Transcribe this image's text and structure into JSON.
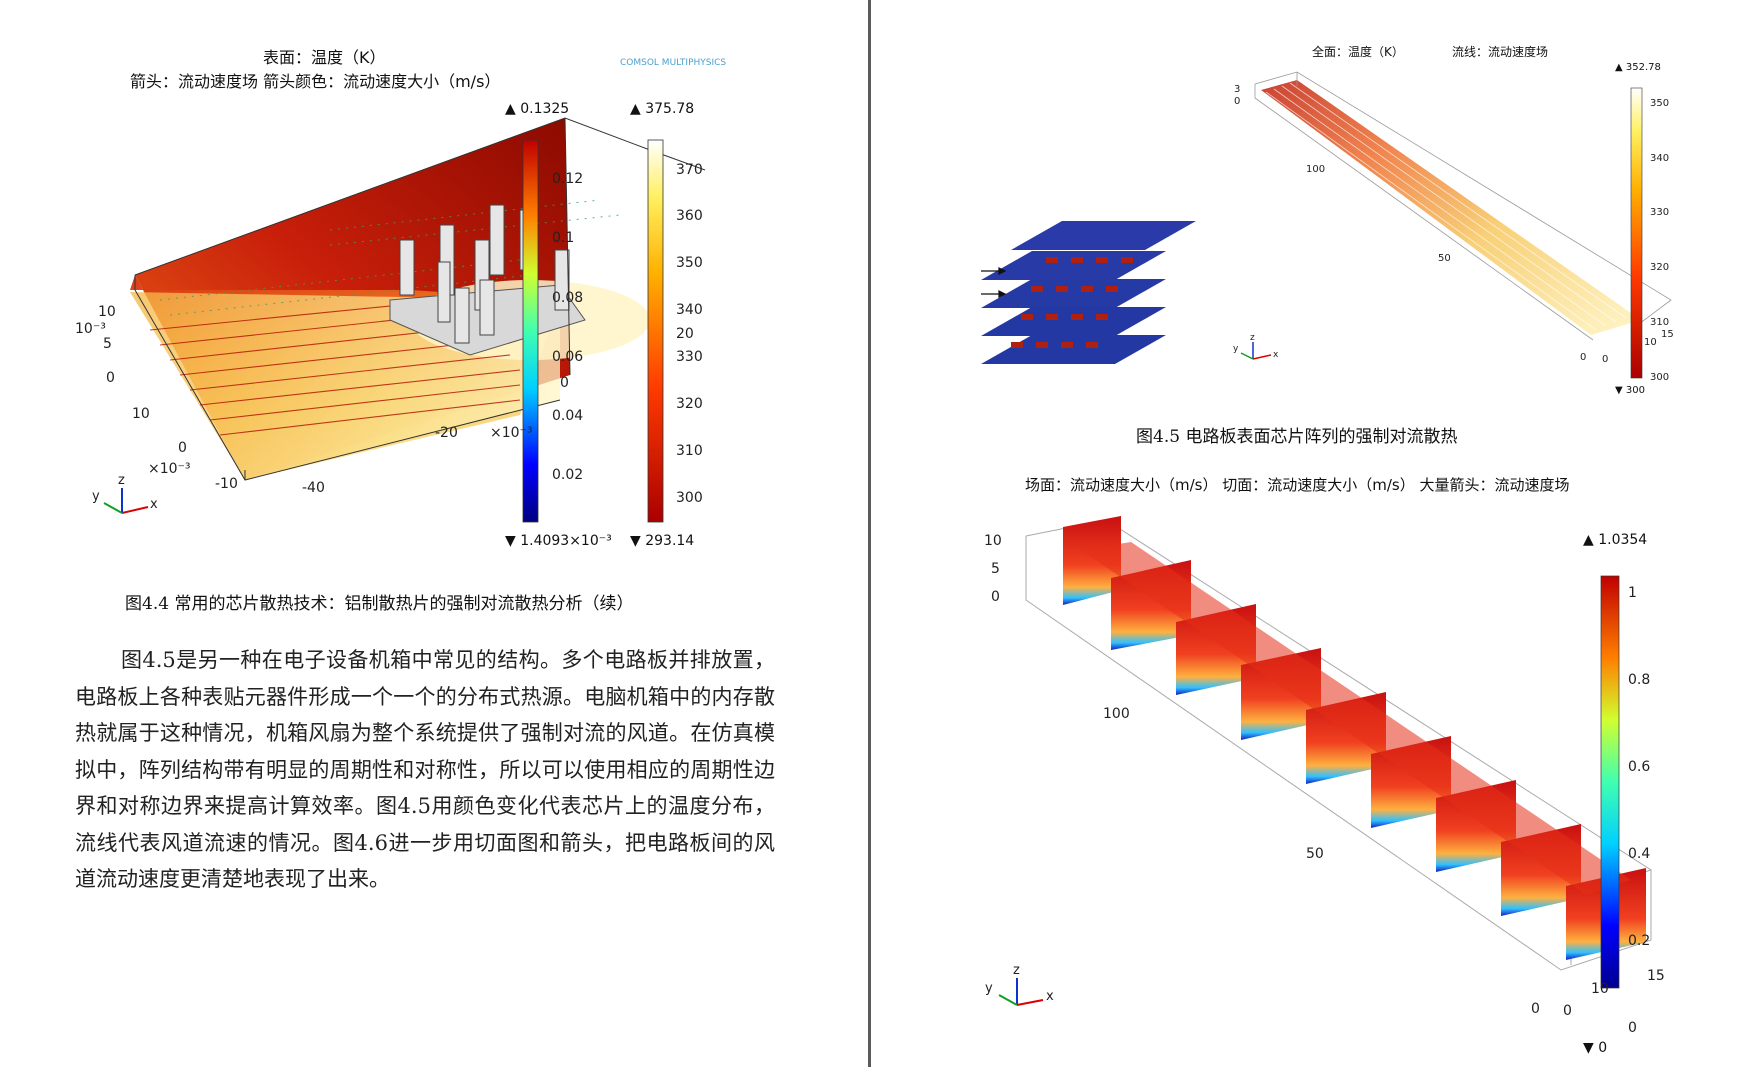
{
  "figure_4_4": {
    "title_line1": "表面：温度（K）",
    "title_line2": "箭头：流动速度场    箭头颜色：流动速度大小（m/s）",
    "logo_text": "COMSOL MULTIPHYSICS",
    "arrow_colorbar": {
      "max_label": "▲ 0.1325",
      "min_label": "▼ 1.4093×10⁻³",
      "ticks": [
        "0.12",
        "0.1",
        "0.08",
        "0.06",
        "0.04",
        "0.02"
      ]
    },
    "temp_colorbar": {
      "max_label": "▲ 375.78",
      "min_label": "▼ 293.14",
      "ticks": [
        "370",
        "360",
        "350",
        "340",
        "330",
        "320",
        "310",
        "300"
      ]
    },
    "axis_ticks": {
      "z": [
        "10",
        "5",
        "0"
      ],
      "z_exp": "10⁻³",
      "y": [
        "10",
        "0",
        "-10"
      ],
      "y_exp": "×10⁻³",
      "x": [
        "-20",
        "-40",
        "20",
        "0"
      ],
      "x_exp": "×10⁻³"
    },
    "triad": {
      "x": "x",
      "y": "y",
      "z": "z"
    },
    "caption": "图4.4    常用的芯片散热技术：铝制散热片的强制对流散热分析（续）"
  },
  "body": {
    "paragraph": "图4.5是另一种在电子设备机箱中常见的结构。多个电路板并排放置，电路板上各种表贴元器件形成一个一个的分布式热源。电脑机箱中的内存散热就属于这种情况，机箱风扇为整个系统提供了强制对流的风道。在仿真模拟中，阵列结构带有明显的周期性和对称性，所以可以使用相应的周期性边界和对称边界来提高计算效率。图4.5用颜色变化代表芯片上的温度分布，流线代表风道流速的情况。图4.6进一步用切面图和箭头，把电路板间的风道流动速度更清楚地表现了出来。"
  },
  "figure_4_5": {
    "title_left": "全面：温度（K）",
    "title_right": "流线：流动速度场",
    "colorbar": {
      "max_label": "▲ 352.78",
      "min_label": "▼ 300",
      "ticks": [
        "350",
        "340",
        "330",
        "320",
        "310",
        "300"
      ]
    },
    "axis_ticks": {
      "a": "100",
      "b": "50",
      "c": "0",
      "d": "0",
      "e": "10",
      "f": "15",
      "left": [
        "3",
        "0"
      ]
    },
    "triad": {
      "x": "x",
      "y": "y",
      "z": "z"
    },
    "caption": "图4.5    电路板表面芯片阵列的强制对流散热"
  },
  "figure_4_6": {
    "title": "场面：流动速度大小（m/s）   切面：流动速度大小（m/s）     大量箭头：流动速度场",
    "colorbar": {
      "max_label": "▲ 1.0354",
      "min_label": "▼ 0",
      "ticks": [
        "1",
        "0.8",
        "0.6",
        "0.4",
        "0.2",
        "0"
      ]
    },
    "axis_ticks": {
      "z": [
        "10",
        "5",
        "0"
      ],
      "y": [
        "100",
        "50"
      ],
      "x": [
        "0",
        "0",
        "10",
        "15"
      ]
    },
    "triad": {
      "x": "x",
      "y": "y",
      "z": "z"
    }
  },
  "colors": {
    "hot": "#b30000",
    "warm": "#ff9a00",
    "cool": "#ffe98a",
    "blue": "#2233aa",
    "gutter": "#5a5a5a"
  }
}
